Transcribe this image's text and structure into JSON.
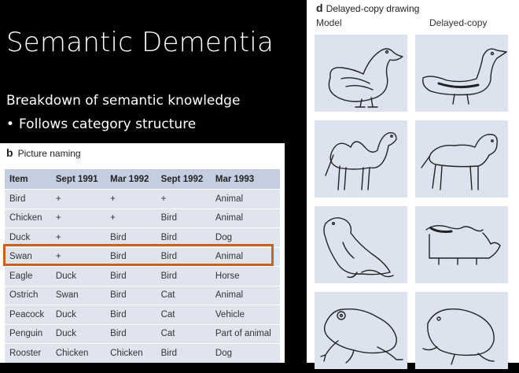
{
  "slide": {
    "title": "Semantic Dementia",
    "subtitle": "Breakdown of semantic knowledge",
    "bullet": "Follows category structure",
    "bullet_symbol": "•"
  },
  "panel_b": {
    "letter": "b",
    "label": "Picture naming",
    "headers": [
      "Item",
      "Sept 1991",
      "Mar 1992",
      "Sept 1992",
      "Mar 1993"
    ],
    "rows": [
      [
        "Bird",
        "+",
        "+",
        "+",
        "Animal"
      ],
      [
        "Chicken",
        "+",
        "+",
        "Bird",
        "Animal"
      ],
      [
        "Duck",
        "+",
        "Bird",
        "Bird",
        "Dog"
      ],
      [
        "Swan",
        "+",
        "Bird",
        "Bird",
        "Animal"
      ],
      [
        "Eagle",
        "Duck",
        "Bird",
        "Bird",
        "Horse"
      ],
      [
        "Ostrich",
        "Swan",
        "Bird",
        "Cat",
        "Animal"
      ],
      [
        "Peacock",
        "Duck",
        "Bird",
        "Cat",
        "Vehicle"
      ],
      [
        "Penguin",
        "Duck",
        "Bird",
        "Cat",
        "Part of animal"
      ],
      [
        "Rooster",
        "Chicken",
        "Chicken",
        "Bird",
        "Dog"
      ]
    ],
    "highlight_color": "#c8621e"
  },
  "panel_d": {
    "letter": "d",
    "label": "Delayed-copy drawing",
    "col_model": "Model",
    "col_delayed": "Delayed-copy"
  }
}
